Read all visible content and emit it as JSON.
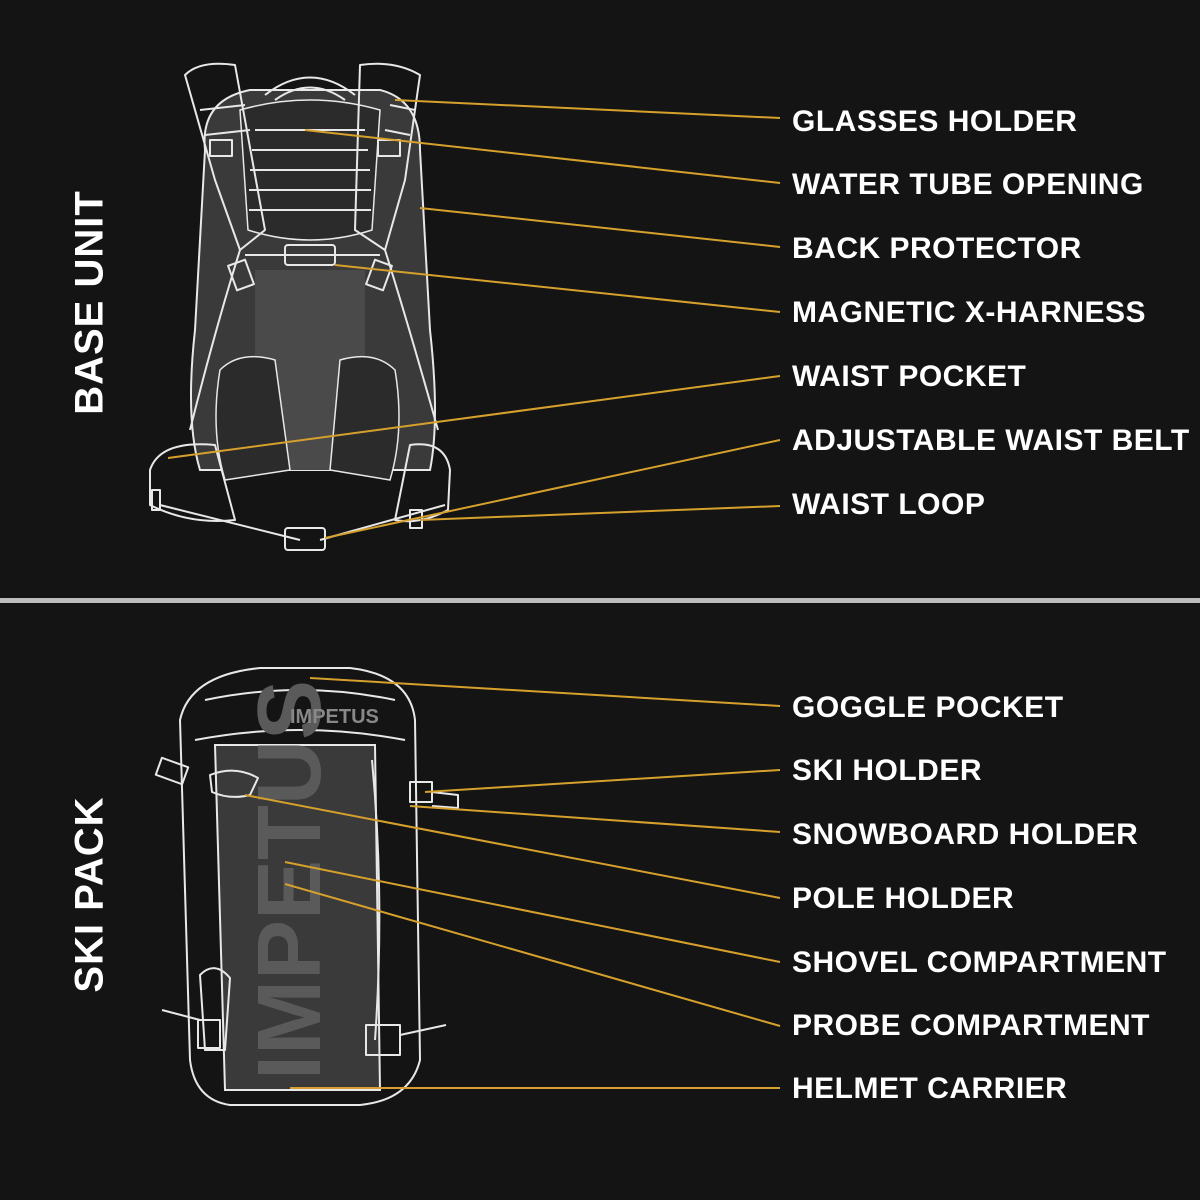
{
  "sections": {
    "base_unit": {
      "title": "BASE UNIT",
      "labels": [
        "GLASSES HOLDER",
        "WATER TUBE OPENING",
        "BACK PROTECTOR",
        "MAGNETIC X-HARNESS",
        "WAIST POCKET",
        "ADJUSTABLE WAIST BELT",
        "WAIST LOOP"
      ]
    },
    "ski_pack": {
      "title": "SKI PACK",
      "brand_mark": "IMPETUS",
      "labels": [
        "GOGGLE POCKET",
        "SKI HOLDER",
        "SNOWBOARD HOLDER",
        "POLE HOLDER",
        "SHOVEL COMPARTMENT",
        "PROBE COMPARTMENT",
        "HELMET CARRIER"
      ]
    }
  },
  "colors": {
    "background": "#141414",
    "divider": "#bdbdbd",
    "leader_line": "#d6a02c",
    "text": "#ffffff",
    "outline": "#e8e8e8"
  }
}
